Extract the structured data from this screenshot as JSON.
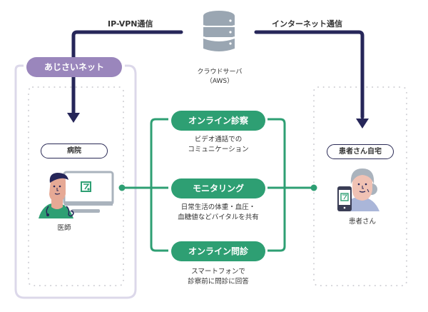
{
  "connections": {
    "left_label": "IP-VPN通信",
    "right_label": "インターネット通信"
  },
  "server": {
    "icon": "database-server-icon",
    "label_line1": "クラウドサーバ",
    "label_line2": "（AWS）"
  },
  "network": {
    "label": "あじさいネット"
  },
  "hospital": {
    "label": "病院",
    "person_label": "医師",
    "icon": "doctor-with-monitor-icon"
  },
  "home": {
    "label": "患者さん自宅",
    "person_label": "患者さん",
    "icon": "patient-with-smartphone-icon"
  },
  "services": [
    {
      "label": "オンライン診察",
      "desc_line1": "ビデオ通話での",
      "desc_line2": "コミュニケーション"
    },
    {
      "label": "モニタリング",
      "desc_line1": "日常生活の体重・血圧・",
      "desc_line2": "血糖値などバイタルを共有"
    },
    {
      "label": "オンライン問診",
      "desc_line1": "スマートフォンで",
      "desc_line2": "診察前に問診に回答"
    }
  ],
  "colors": {
    "navy": "#262659",
    "green": "#2e9f73",
    "purple": "#9a86bc",
    "lavender_border": "#dcd8ea",
    "server_gray": "#9aa6b2"
  }
}
